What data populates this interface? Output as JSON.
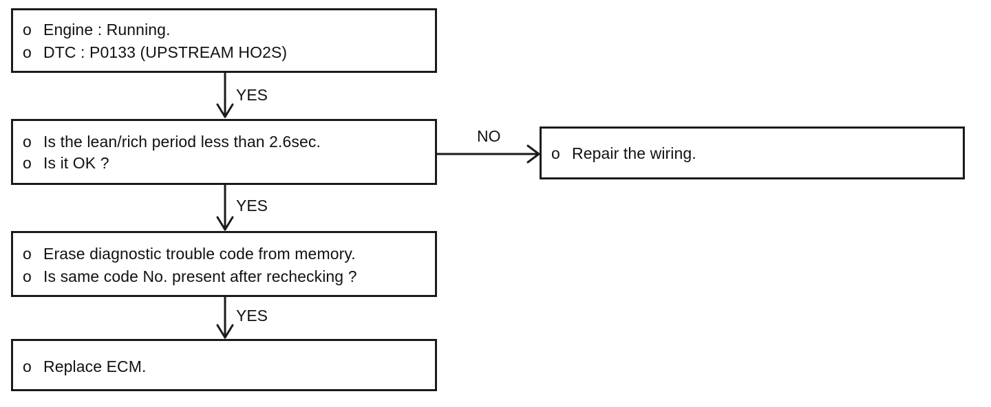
{
  "nodes": [
    {
      "id": "start",
      "lines": [
        {
          "bullet": "o",
          "text": "Engine : Running."
        },
        {
          "bullet": "o",
          "text": "DTC : P0133 (UPSTREAM HO2S)"
        }
      ]
    },
    {
      "id": "check-period",
      "lines": [
        {
          "bullet": "o",
          "text": "Is the lean/rich period less than 2.6sec."
        },
        {
          "bullet": "o",
          "text": "Is it OK ?"
        }
      ]
    },
    {
      "id": "repair-wiring",
      "lines": [
        {
          "bullet": "o",
          "text": "Repair the wiring."
        }
      ]
    },
    {
      "id": "erase-dtc",
      "lines": [
        {
          "bullet": "o",
          "text": "Erase diagnostic trouble code from memory."
        },
        {
          "bullet": "o",
          "text": "Is same code No. present after rechecking ?"
        }
      ]
    },
    {
      "id": "replace-ecm",
      "lines": [
        {
          "bullet": "o",
          "text": "Replace ECM."
        }
      ]
    }
  ],
  "edges": [
    {
      "from": "start",
      "to": "check-period",
      "label": "YES"
    },
    {
      "from": "check-period",
      "to": "repair-wiring",
      "label": "NO"
    },
    {
      "from": "check-period",
      "to": "erase-dtc",
      "label": "YES"
    },
    {
      "from": "erase-dtc",
      "to": "replace-ecm",
      "label": "YES"
    }
  ]
}
